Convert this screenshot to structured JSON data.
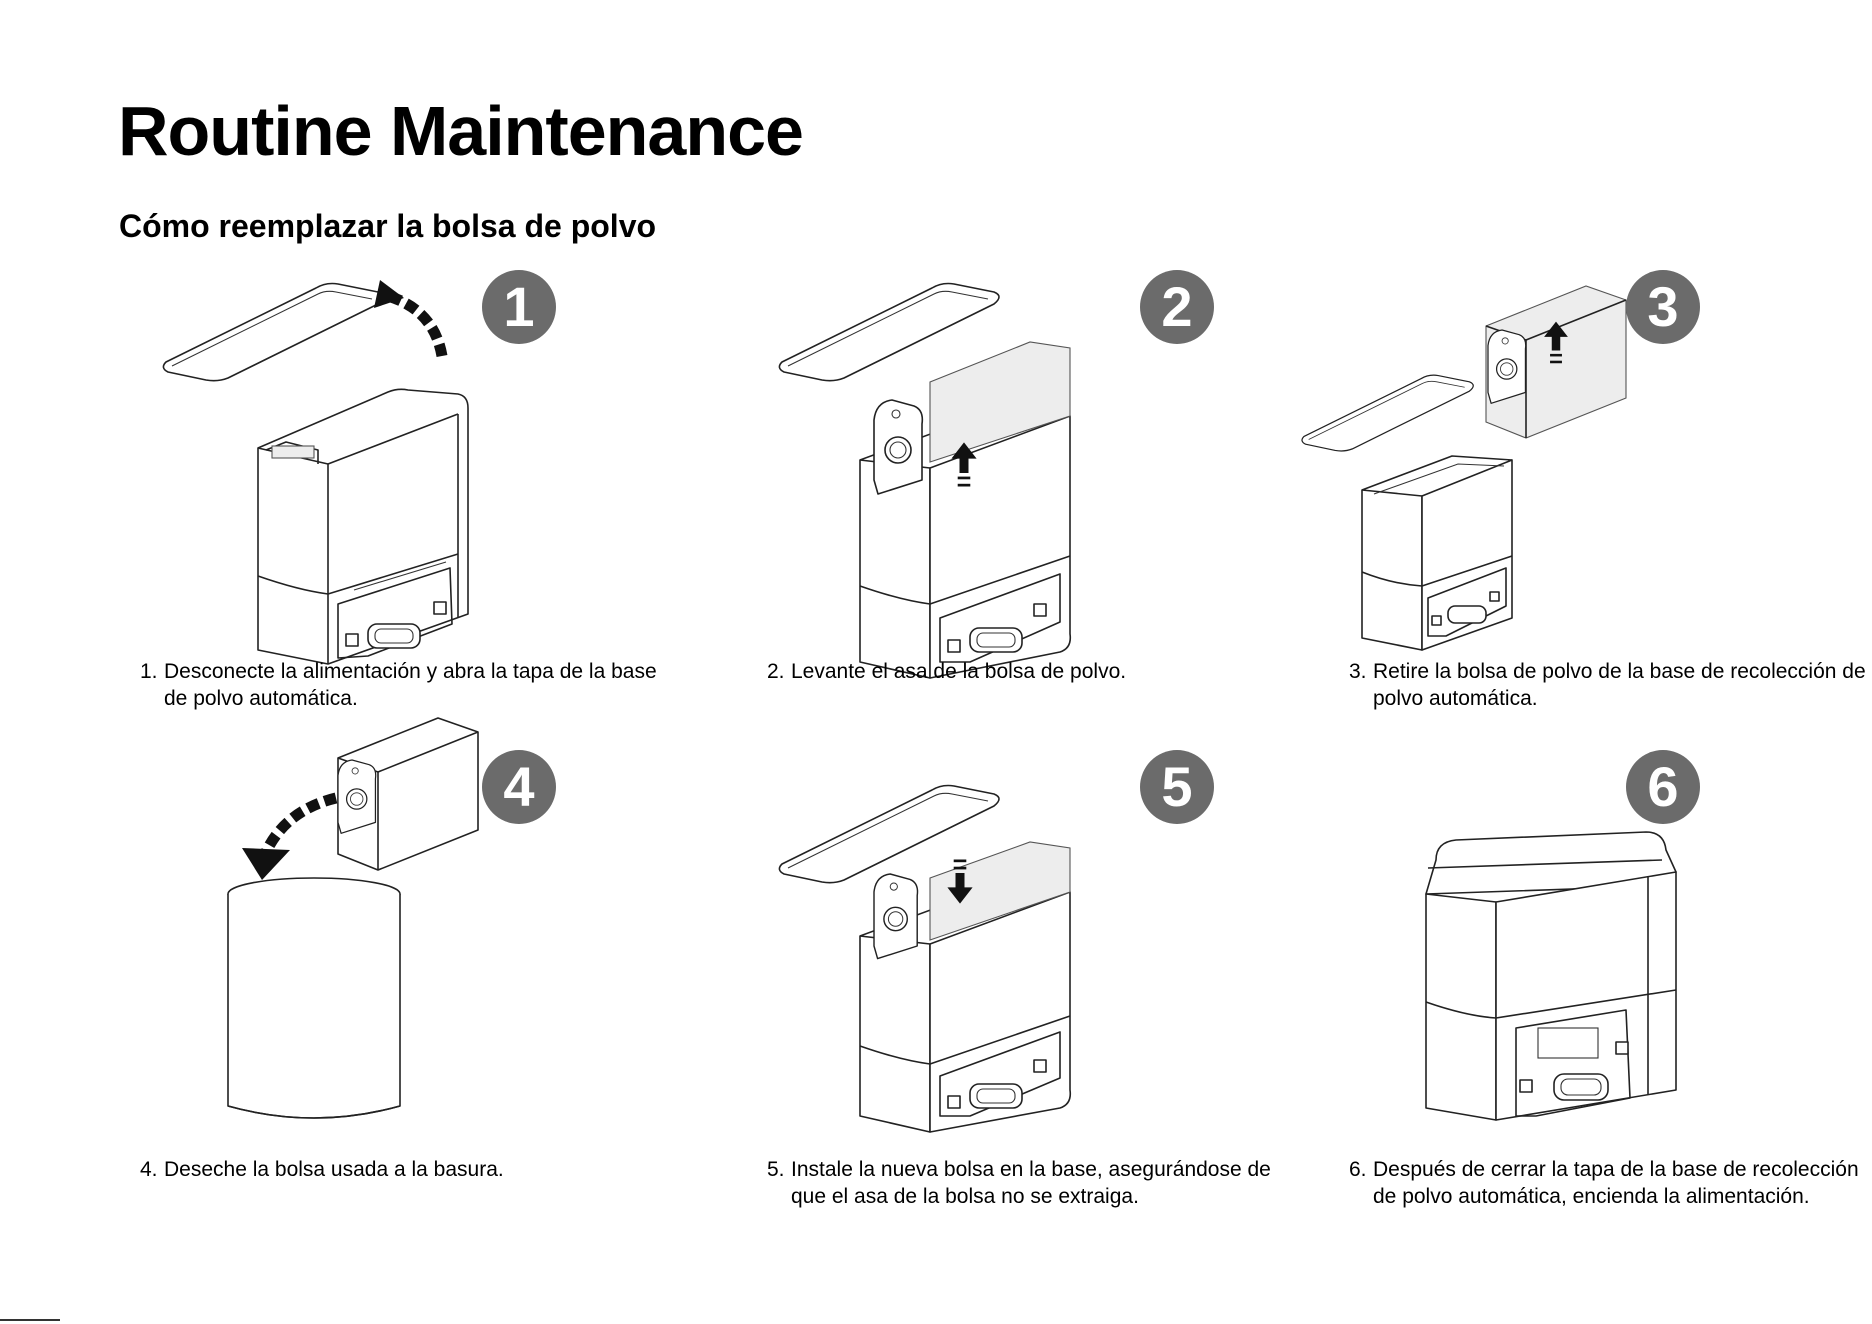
{
  "title": "Routine Maintenance",
  "subtitle": "Cómo reemplazar la bolsa de polvo",
  "steps": [
    {
      "badge": "1",
      "number": "1.",
      "text": "Desconecte la alimentación y abra la tapa de la base de polvo automática."
    },
    {
      "badge": "2",
      "number": "2.",
      "text": "Levante el asa de la bolsa de polvo."
    },
    {
      "badge": "3",
      "number": "3.",
      "text": "Retire la bolsa de polvo de la base de recolección de polvo automática."
    },
    {
      "badge": "4",
      "number": "4.",
      "text": "Deseche la bolsa usada a la basura."
    },
    {
      "badge": "5",
      "number": "5.",
      "text": "Instale la nueva bolsa en la base, asegurándose de que el asa de la bolsa no se extraiga."
    },
    {
      "badge": "6",
      "number": "6.",
      "text": "Después de cerrar la tapa de la base de recolección de polvo automática, encienda la alimentación."
    }
  ],
  "colors": {
    "badge": "#6b6b6b",
    "badge_text": "#ffffff",
    "line_art": "#222222"
  }
}
